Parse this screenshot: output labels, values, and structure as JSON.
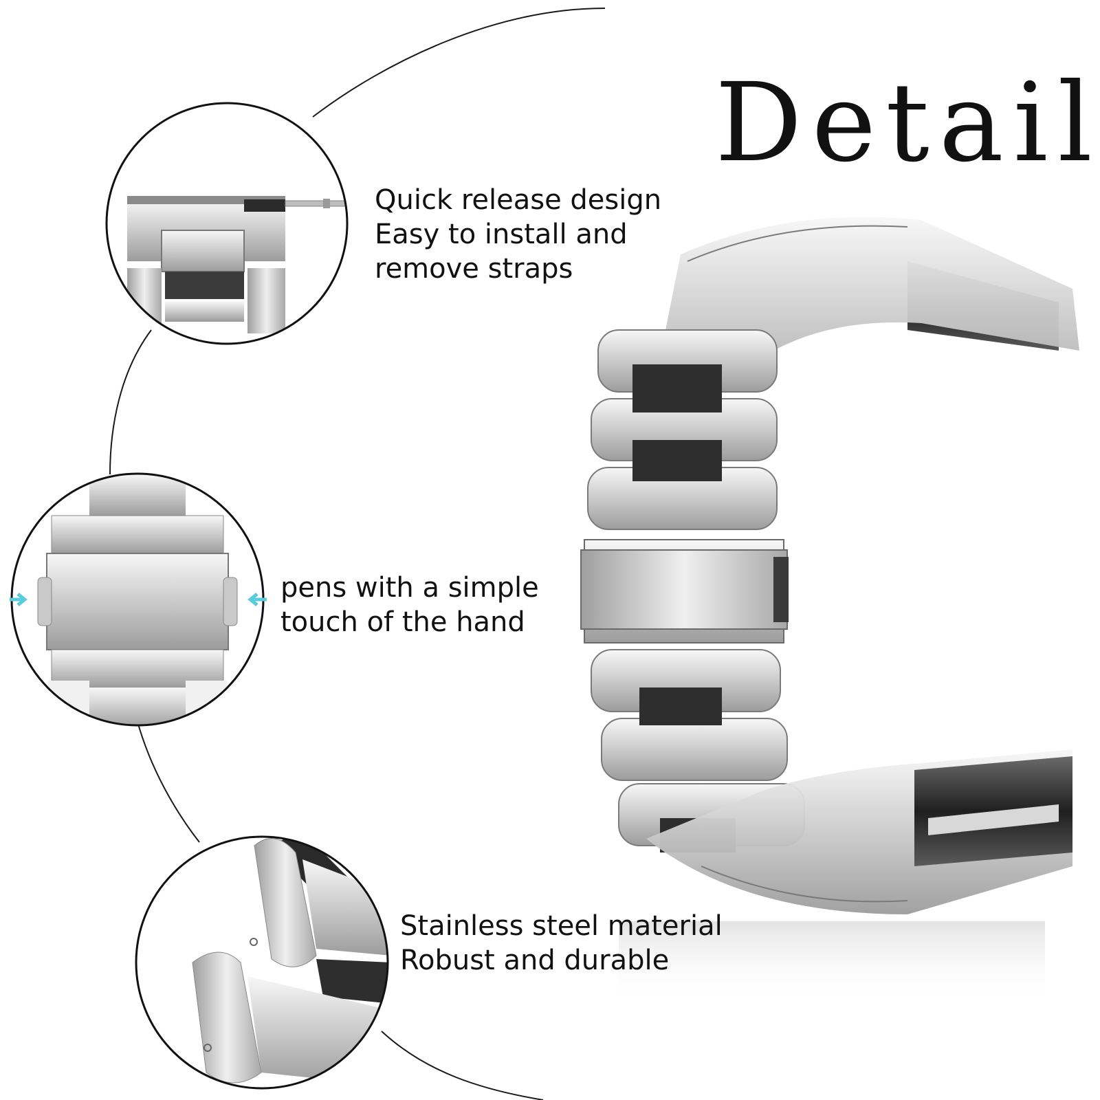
{
  "title": "Details",
  "features": {
    "quick_release": {
      "lines": [
        "Quick release design",
        "Easy to install and",
        "remove straps"
      ]
    },
    "clasp": {
      "lines": [
        "pens with a simple",
        "touch of the hand"
      ]
    },
    "material": {
      "lines": [
        "Stainless steel material",
        "Robust and durable"
      ]
    }
  },
  "colors": {
    "steel_light": "#e6e6e6",
    "steel_mid": "#b9b9b9",
    "steel_dark": "#4a4a4a",
    "arrow": "#5ccbe0",
    "outline": "#111111"
  }
}
